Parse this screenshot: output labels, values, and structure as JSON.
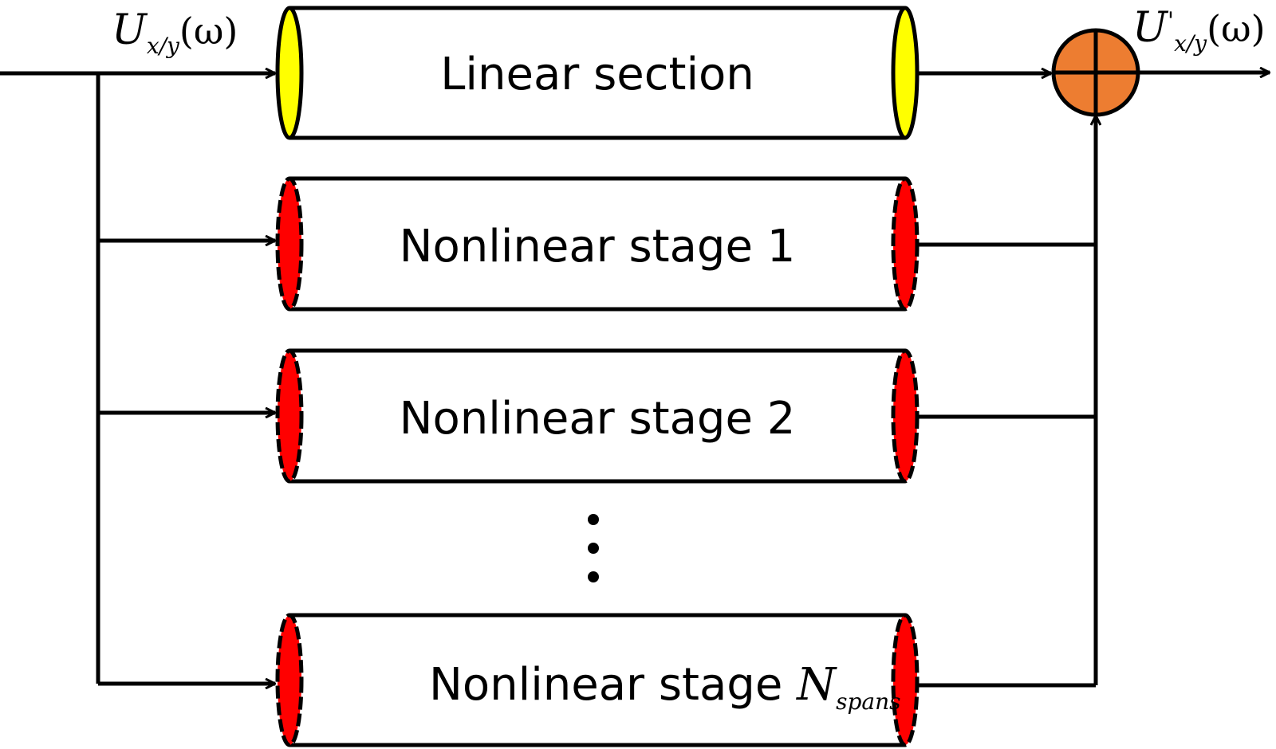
{
  "input_signal": {
    "symbol": "U",
    "subscript": "x/y",
    "argument": "(ω)"
  },
  "output_signal": {
    "symbol": "U",
    "prime": "'",
    "subscript": "x/y",
    "argument": "(ω)"
  },
  "blocks": {
    "linear": {
      "label": "Linear section"
    },
    "stage1": {
      "label": "Nonlinear stage 1"
    },
    "stage2": {
      "label": "Nonlinear stage 2"
    },
    "stageN": {
      "label": "Nonlinear stage ",
      "symbol": "N",
      "subscript": "spans"
    }
  },
  "colors": {
    "linear_cap": "#ffff00",
    "nonlinear_cap": "#ff0000",
    "summer": "#ed7d31",
    "line": "#000000"
  }
}
